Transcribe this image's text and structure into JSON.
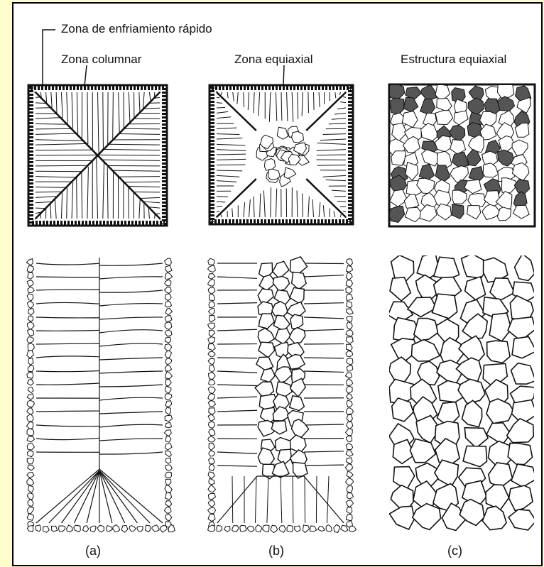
{
  "labels": {
    "chill_zone": "Zona de enfriamiento rápido",
    "columnar_zone": "Zona columnar",
    "equiaxed_zone": "Zona equiaxial",
    "equiaxed_structure": "Estructura equiaxial"
  },
  "captions": {
    "a": "(a)",
    "b": "(b)",
    "c": "(c)"
  },
  "colors": {
    "page_background": "#fffccd",
    "figure_background": "#ffffff",
    "figure_border": "#000000",
    "ink": "#111111",
    "hatch_fill": "#555555"
  }
}
